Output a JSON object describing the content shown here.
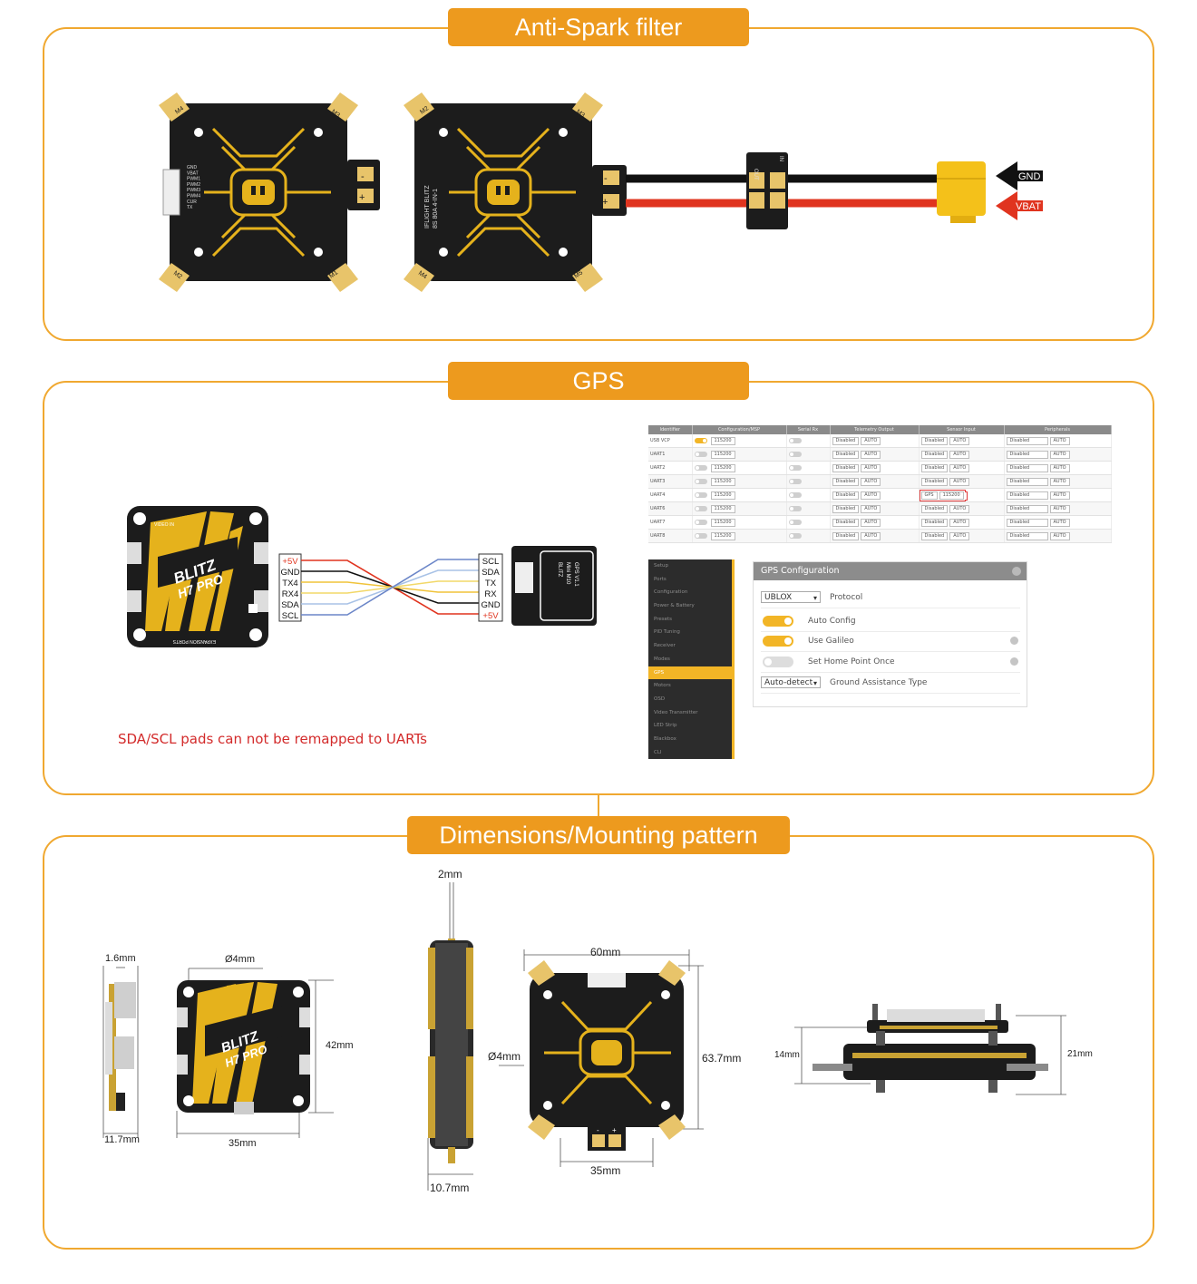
{
  "sections": {
    "anti_spark": {
      "title": "Anti-Spark filter"
    },
    "gps": {
      "title": "GPS"
    },
    "dimensions": {
      "title": "Dimensions/Mounting pattern"
    }
  },
  "anti_spark": {
    "esc_left_labels": [
      "M4",
      "M3",
      "M2",
      "M1"
    ],
    "esc_left_pins": [
      "GND",
      "VBAT",
      "PWM1",
      "PWM2",
      "PWM3",
      "PWM4",
      "CUR",
      "TX"
    ],
    "esc_right_text": [
      "IFLIGHT BLITZ",
      "8S 80A 4-IN-1"
    ],
    "esc_right_labels": [
      "M2",
      "M3",
      "M4",
      "M5"
    ],
    "filter_labels": [
      "OUT",
      "IN"
    ],
    "polarity": {
      "minus": "-",
      "plus": "+"
    },
    "wires": {
      "gnd": "GND",
      "vbat": "VBAT"
    }
  },
  "gps": {
    "fc_pins": [
      "+5V",
      "GND",
      "TX4",
      "RX4",
      "SDA",
      "SCL"
    ],
    "gps_pins": [
      "SCL",
      "SDA",
      "TX",
      "RX",
      "GND",
      "+5V"
    ],
    "fc_brand": [
      "BLITZ",
      "H7 PRO"
    ],
    "fc_side_labels": [
      "VIDEO IN",
      "EXPANSION PORTS"
    ],
    "gps_module_text": [
      "BLITZ",
      "Mini M10",
      "GPS V1.1"
    ],
    "note": "SDA/SCL pads can not be remapped to UARTs",
    "ports_table": {
      "headers": [
        "Identifier",
        "Configuration/MSP",
        "Serial Rx",
        "Telemetry Output",
        "Sensor Input",
        "Peripherals"
      ],
      "rows": [
        {
          "id": "USB VCP",
          "msp_on": true,
          "baud": "115200",
          "sensor": "Disabled",
          "sensor_baud": "AUTO"
        },
        {
          "id": "UART1",
          "msp_on": false,
          "baud": "115200",
          "sensor": "Disabled",
          "sensor_baud": "AUTO"
        },
        {
          "id": "UART2",
          "msp_on": false,
          "baud": "115200",
          "sensor": "Disabled",
          "sensor_baud": "AUTO"
        },
        {
          "id": "UART3",
          "msp_on": false,
          "baud": "115200",
          "sensor": "Disabled",
          "sensor_baud": "AUTO"
        },
        {
          "id": "UART4",
          "msp_on": false,
          "baud": "115200",
          "sensor": "GPS",
          "sensor_baud": "115200"
        },
        {
          "id": "UART6",
          "msp_on": false,
          "baud": "115200",
          "sensor": "Disabled",
          "sensor_baud": "AUTO"
        },
        {
          "id": "UART7",
          "msp_on": false,
          "baud": "115200",
          "sensor": "Disabled",
          "sensor_baud": "AUTO"
        },
        {
          "id": "UART8",
          "msp_on": false,
          "baud": "115200",
          "sensor": "Disabled",
          "sensor_baud": "AUTO"
        }
      ],
      "telemetry": "Disabled",
      "auto": "AUTO",
      "peripherals": "Disabled"
    },
    "sidebar": [
      {
        "label": "Setup",
        "active": false
      },
      {
        "label": "Ports",
        "active": false
      },
      {
        "label": "Configuration",
        "active": false
      },
      {
        "label": "Power & Battery",
        "active": false
      },
      {
        "label": "Presets",
        "active": false
      },
      {
        "label": "PID Tuning",
        "active": false
      },
      {
        "label": "Receiver",
        "active": false
      },
      {
        "label": "Modes",
        "active": false
      },
      {
        "label": "GPS",
        "active": true
      },
      {
        "label": "Motors",
        "active": false
      },
      {
        "label": "OSD",
        "active": false
      },
      {
        "label": "Video Transmitter",
        "active": false
      },
      {
        "label": "LED Strip",
        "active": false
      },
      {
        "label": "Blackbox",
        "active": false
      },
      {
        "label": "CLI",
        "active": false
      }
    ],
    "config": {
      "title": "GPS Configuration",
      "protocol_value": "UBLOX",
      "protocol_label": "Protocol",
      "auto_config": "Auto Config",
      "use_galileo": "Use Galileo",
      "set_home": "Set Home Point Once",
      "assist_value": "Auto-detect",
      "assist_label": "Ground Assistance Type",
      "toggles": {
        "auto_config": true,
        "use_galileo": true,
        "set_home": false
      }
    }
  },
  "dimensions": {
    "fc_thickness": "1.6mm",
    "fc_side_height": "11.7mm",
    "fc_hole": "Ø4mm",
    "fc_height": "42mm",
    "fc_width": "35mm",
    "esc_thickness": "2mm",
    "esc_hole": "Ø4mm",
    "esc_side_height": "10.7mm",
    "esc_width": "60mm",
    "esc_height": "63.7mm",
    "esc_mount": "35mm",
    "stack_height_a": "14mm",
    "stack_height_b": "21mm"
  },
  "colors": {
    "accent": "#ed9a1e",
    "border": "#f0a830",
    "board": "#1c1c1c",
    "trace": "#e5b21c",
    "vbat": "#e0341f",
    "note": "#d32b2b"
  }
}
